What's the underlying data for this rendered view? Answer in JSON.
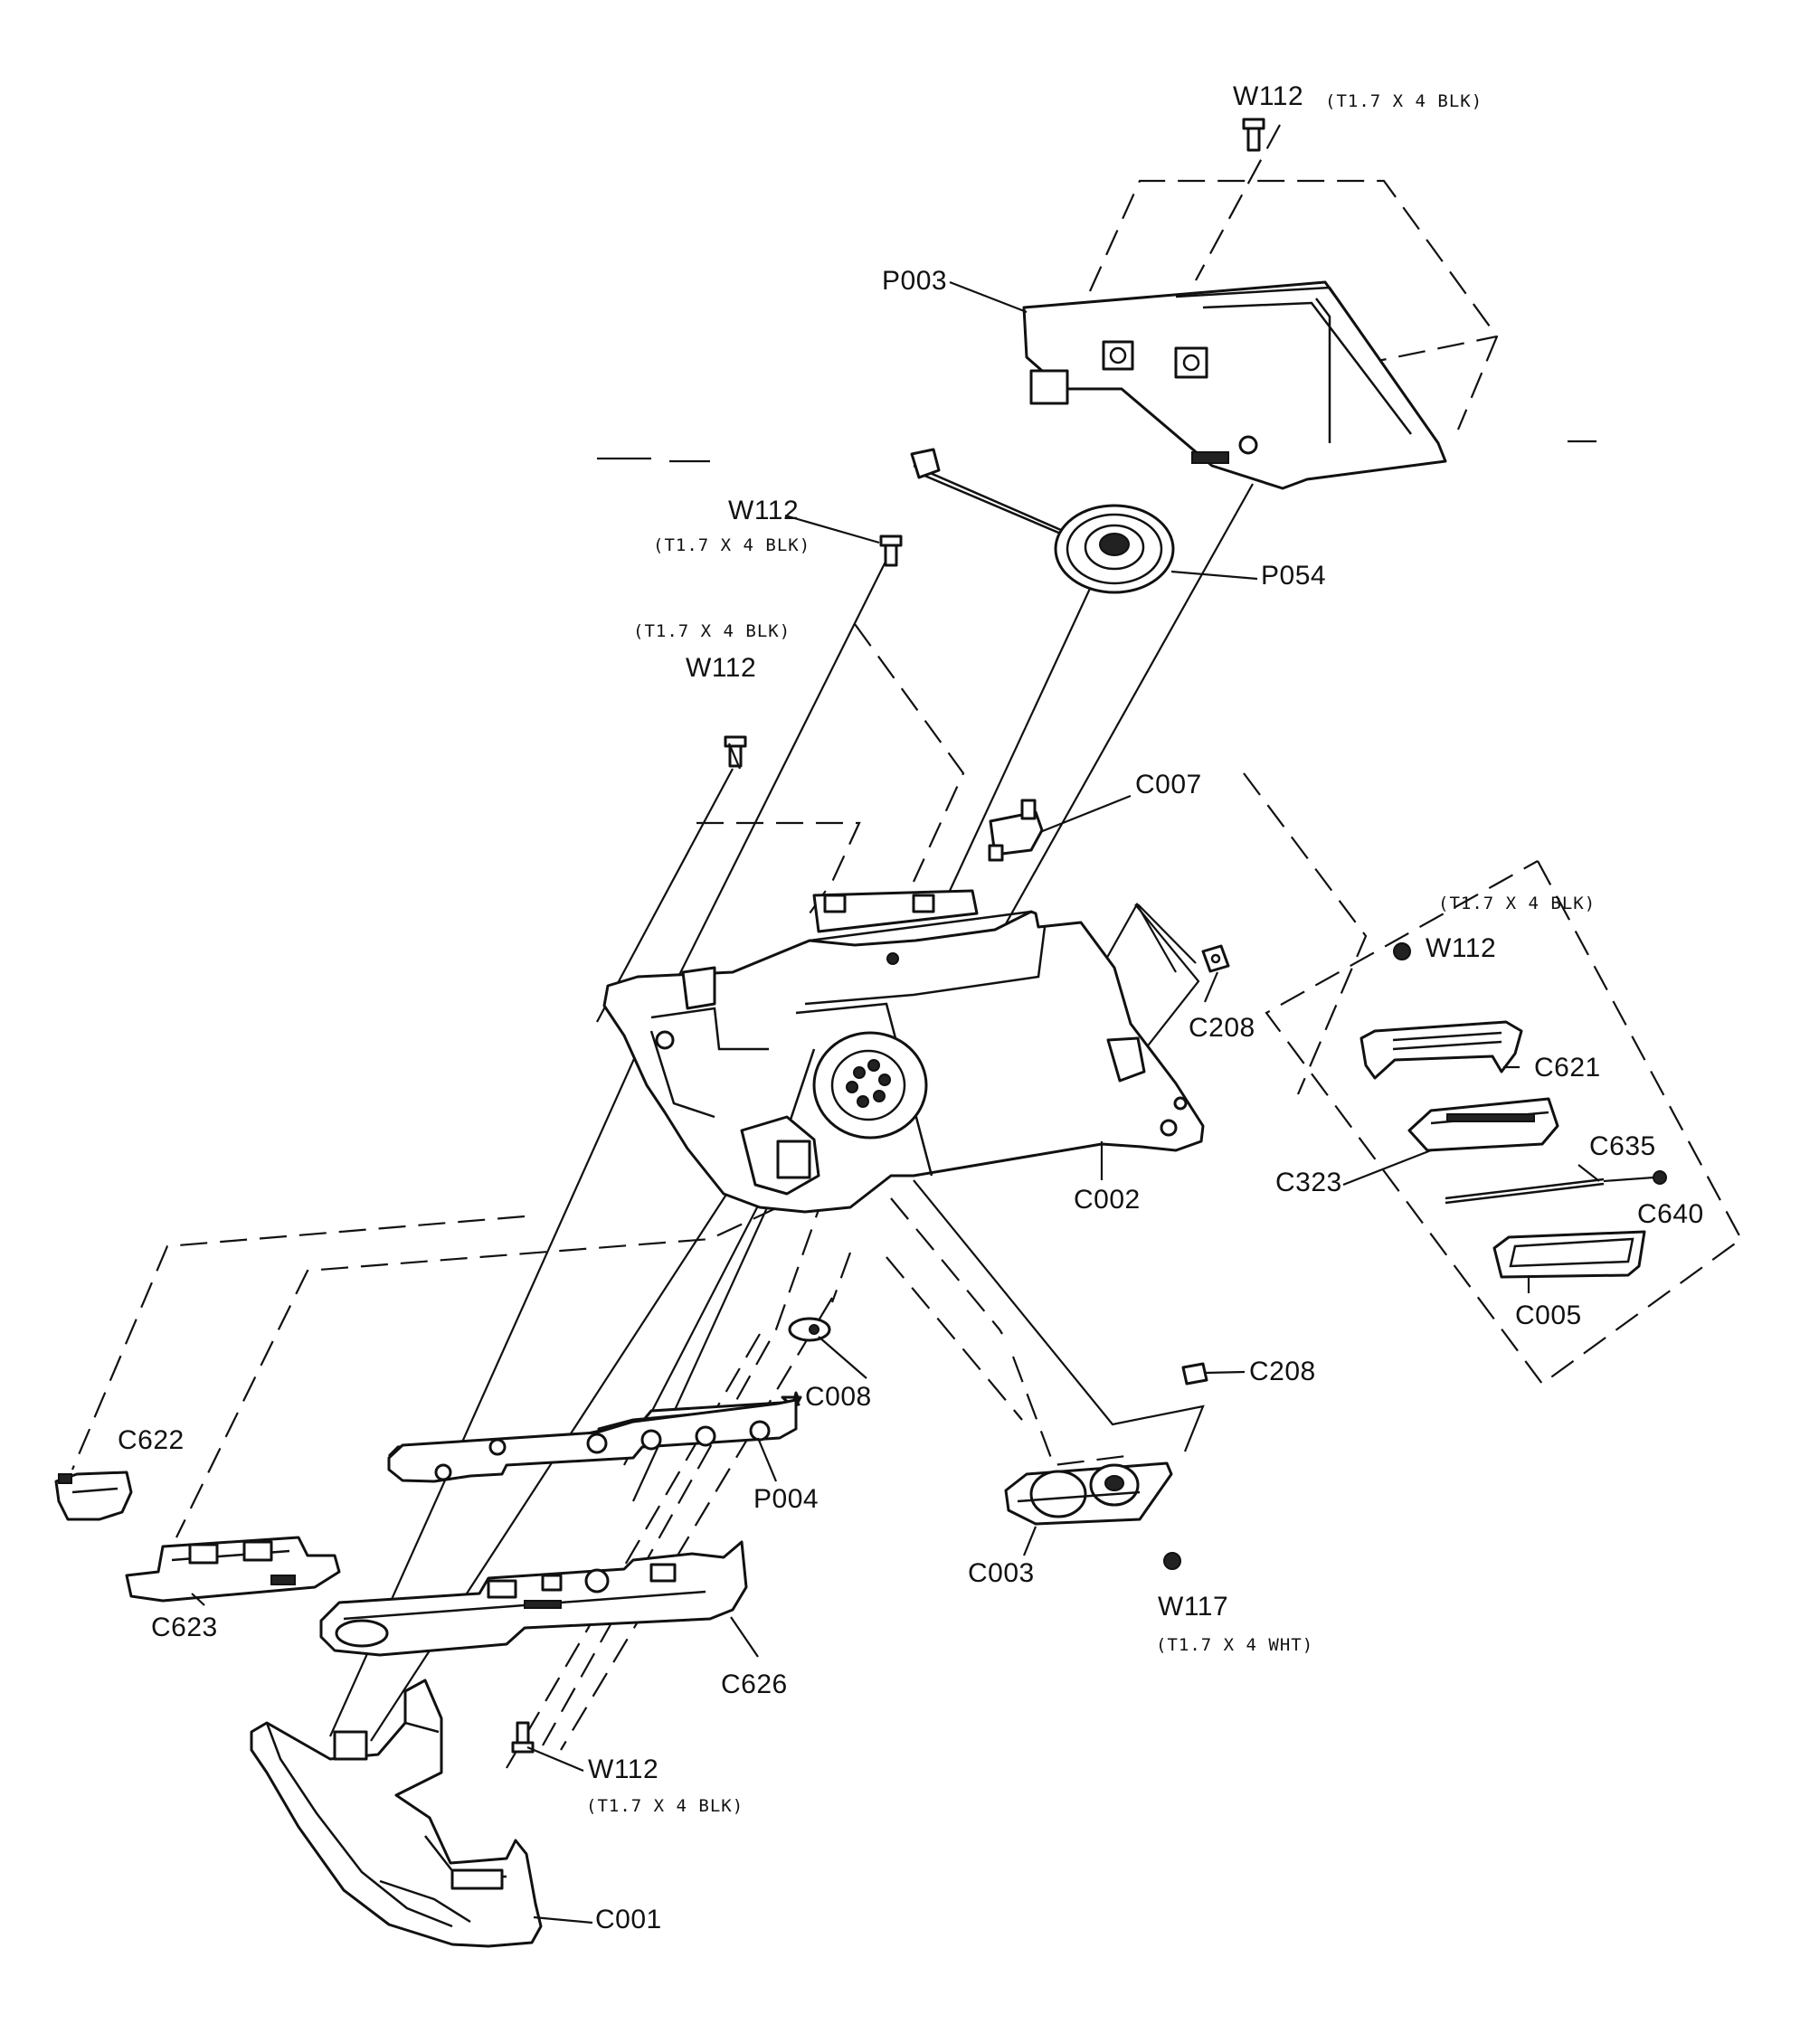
{
  "callouts": {
    "w112_top": "W112",
    "w112_top_spec": "(T1.7 X 4 BLK)",
    "p003": "P003",
    "w112_a": "W112",
    "w112_a_spec": "(T1.7 X 4 BLK)",
    "p054": "P054",
    "w112_b_spec": "(T1.7 X 4 BLK)",
    "w112_b": "W112",
    "c007": "C007",
    "w112_c_spec": "(T1.7 X 4 BLK)",
    "w112_c": "W112",
    "c208_a": "C208",
    "c621": "C621",
    "c635": "C635",
    "c323": "C323",
    "c640": "C640",
    "c002": "C002",
    "c005": "C005",
    "c208_b": "C208",
    "c008": "C008",
    "c622": "C622",
    "p004": "P004",
    "c003": "C003",
    "w117": "W117",
    "w117_spec": "(T1.7 X 4 WHT)",
    "c623": "C623",
    "c626": "C626",
    "w112_d": "W112",
    "w112_d_spec": "(T1.7 X 4 BLK)",
    "c001": "C001"
  }
}
